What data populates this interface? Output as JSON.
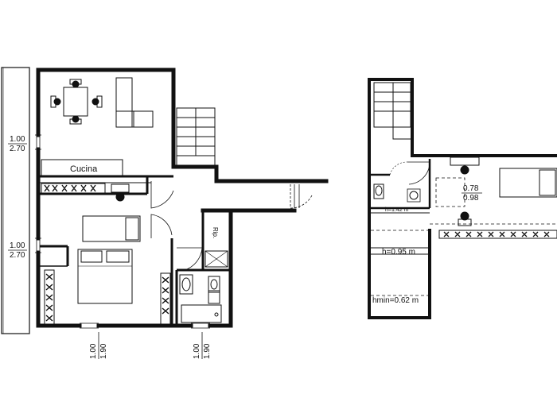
{
  "labels": {
    "cucina": "Cucina",
    "rip": "Rip.",
    "left_top_a": "1.00",
    "left_top_b": "2.70",
    "left_mid_a": "1.00",
    "left_mid_b": "2.70",
    "bottom_a1": "1.00",
    "bottom_a2": "1.90",
    "bottom_b1": "1.00",
    "bottom_b2": "1.90",
    "right_window_a": "0.78",
    "right_window_b": "0.98",
    "h_142": "h=1.42 m",
    "h_095": "h=0.95 m",
    "hmin": "hmin=0.62 m"
  }
}
